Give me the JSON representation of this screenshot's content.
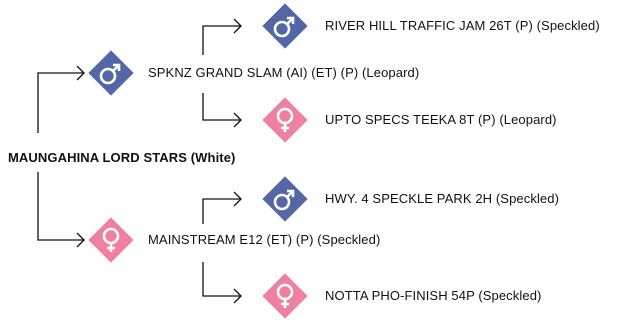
{
  "pedigree": {
    "root": {
      "name": "MAUNGAHINA LORD STARS (White)"
    },
    "sire": {
      "name": "SPKNZ GRAND SLAM (AI) (ET) (P) (Leopard)",
      "sex": "male",
      "sire": {
        "name": "RIVER HILL TRAFFIC JAM 26T (P) (Speckled)",
        "sex": "male"
      },
      "dam": {
        "name": "UPTO SPECS TEEKA 8T (P) (Leopard)",
        "sex": "female"
      }
    },
    "dam": {
      "name": "MAINSTREAM E12 (ET) (P) (Speckled)",
      "sex": "female",
      "sire": {
        "name": "HWY. 4 SPECKLE PARK 2H (Speckled)",
        "sex": "male"
      },
      "dam": {
        "name": "NOTTA PHO-FINISH 54P (Speckled)",
        "sex": "female"
      }
    }
  },
  "colors": {
    "male": "#5566a6",
    "female": "#ef80a2",
    "line": "#111111"
  },
  "icons": {
    "male": "male-symbol-icon",
    "female": "female-symbol-icon"
  }
}
